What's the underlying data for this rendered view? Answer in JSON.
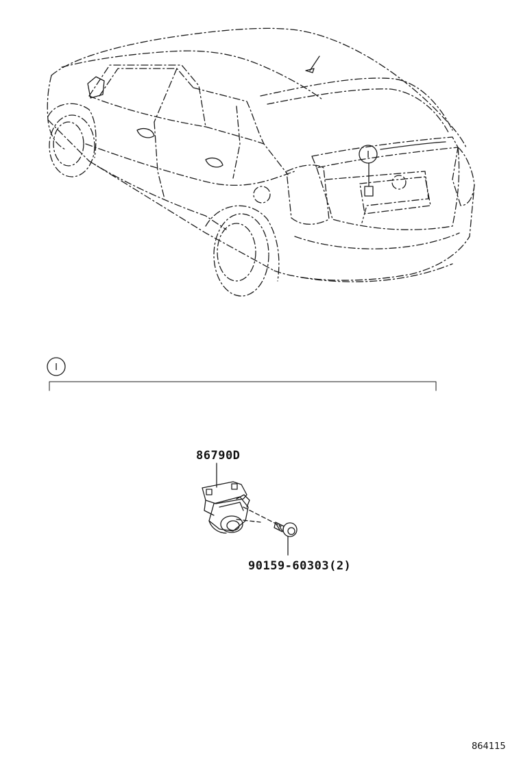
{
  "diagram": {
    "callout_letter": "I",
    "section_letter": "I",
    "part_camera": "86790D",
    "part_screw": "90159-60303(2)",
    "figure_id": "864115"
  }
}
